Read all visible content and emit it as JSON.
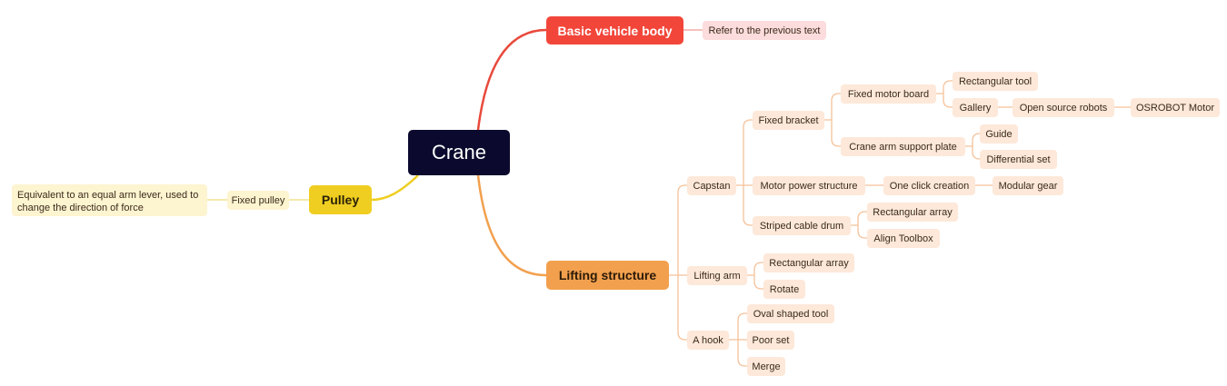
{
  "root": {
    "label": "Crane"
  },
  "basic": {
    "label": "Basic vehicle body",
    "ref": "Refer to the previous text"
  },
  "pulley": {
    "label": "Pulley",
    "fixed": "Fixed pulley",
    "desc": "Equivalent to an equal arm lever, used to change the direction of force"
  },
  "lifting": {
    "label": "Lifting structure",
    "capstan": {
      "label": "Capstan",
      "fixed_bracket": {
        "label": "Fixed bracket",
        "fixed_motor_board": {
          "label": "Fixed motor board",
          "rect_tool": "Rectangular tool",
          "gallery": "Gallery",
          "open_source_robots": "Open source robots",
          "osrobot_motor": "OSROBOT Motor"
        },
        "support_plate": {
          "label": "Crane arm support plate",
          "guide": "Guide",
          "differential": "Differential set"
        }
      },
      "motor_power": {
        "label": "Motor power structure",
        "one_click": "One click creation",
        "modular_gear": "Modular gear"
      },
      "cable_drum": {
        "label": "Striped cable drum",
        "rect_array": "Rectangular array",
        "align_toolbox": "Align Toolbox"
      }
    },
    "lifting_arm": {
      "label": "Lifting arm",
      "rect_array": "Rectangular array",
      "rotate": "Rotate"
    },
    "hook": {
      "label": "A hook",
      "oval_tool": "Oval shaped tool",
      "poor_set": "Poor set",
      "merge": "Merge"
    }
  },
  "colors": {
    "root": "#0b0a2e",
    "red": "#f2463a",
    "orange": "#f2a04e",
    "yellow": "#efce21"
  }
}
